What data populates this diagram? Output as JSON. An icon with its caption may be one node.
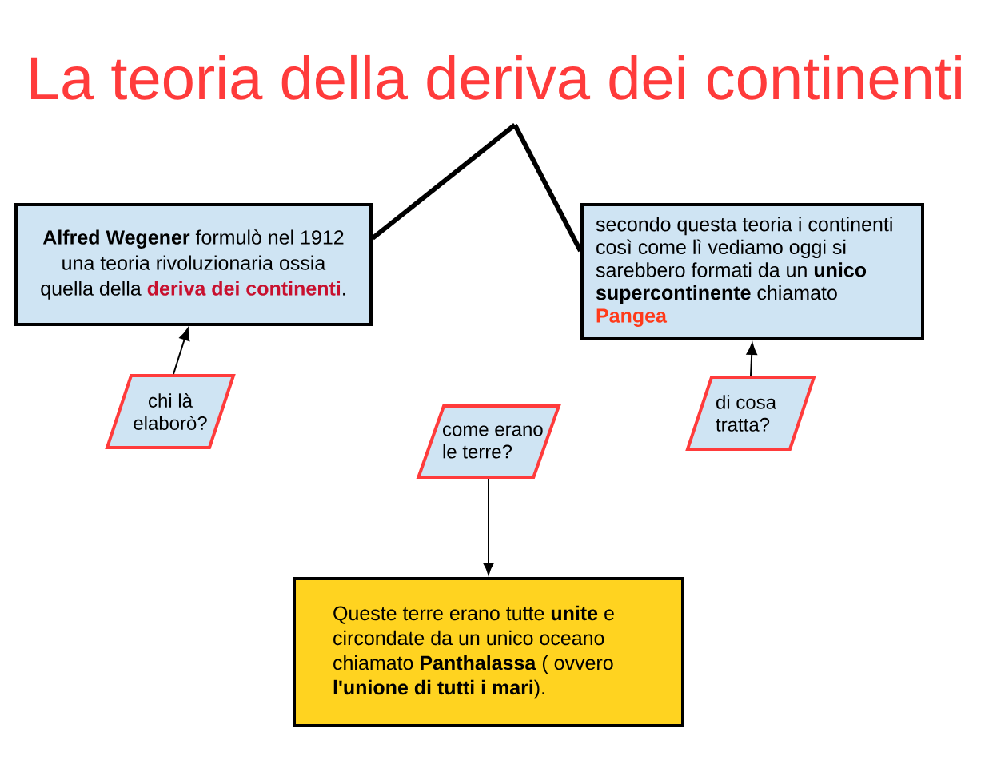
{
  "diagram": {
    "nodes": [
      {
        "text": [
          "La teoria della deriva dei continenti"
        ]
      },
      {
        "text": [
          "**Alfred Wegener** formulò nel 1912 una teoria rivoluzionaria ossia quella della **deriva dei continenti**."
        ]
      },
      {
        "text": [
          "secondo questa teoria i continenti così come lì vediamo oggi si sarebbero formati da un **unico supercontinente** chiamato **Pangea**"
        ]
      },
      {
        "text": [
          "chi là elaborò?"
        ]
      },
      {
        "text": [
          "come erano le terre?"
        ]
      },
      {
        "text": [
          "di cosa tratta?"
        ]
      },
      {
        "text": [
          "Queste terre erano tutte **unite** e circondate da un unico oceano chiamato **Panthalassa** ( ovvero **l'unione di tutti i mari**)."
        ]
      }
    ],
    "edges": [
      {
        "from": 0,
        "to": 1,
        "arrow": "none",
        "style": "thick"
      },
      {
        "from": 0,
        "to": 2,
        "arrow": "none",
        "style": "thick"
      },
      {
        "from": 3,
        "to": 1,
        "arrow": "to"
      },
      {
        "from": 4,
        "to": 6,
        "arrow": "to"
      },
      {
        "from": 5,
        "to": 2,
        "arrow": "to"
      }
    ]
  }
}
